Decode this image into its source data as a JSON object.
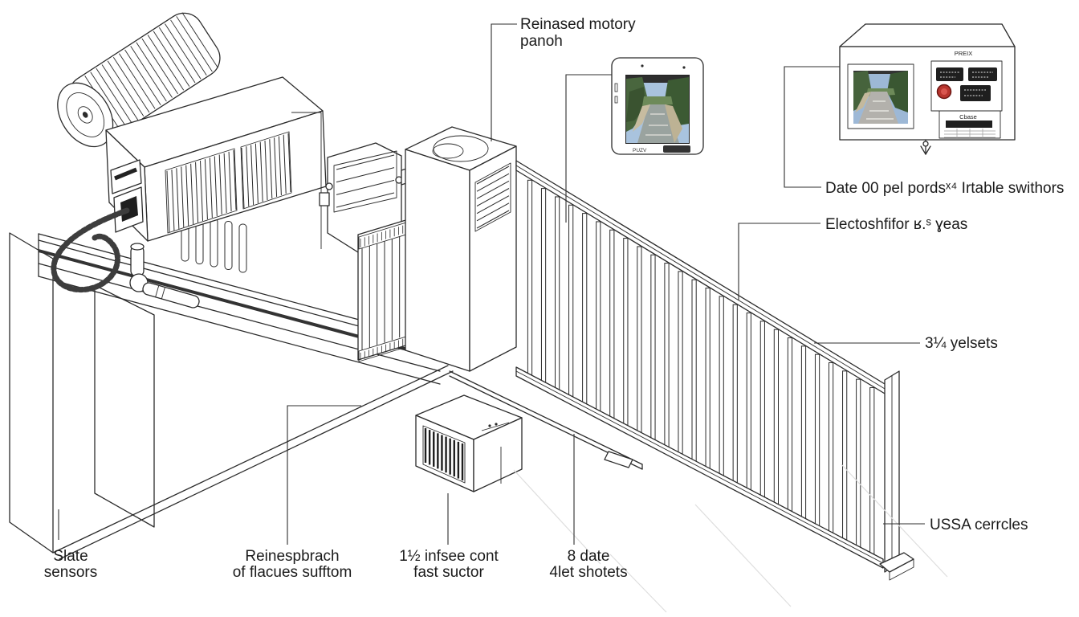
{
  "figure": {
    "kind": "isometric technical line diagram",
    "subject": "automatic sliding gate system with motor drive, corner pillar, barred gate panel, photocell box, video monitor and control panel",
    "background_color": "#ffffff",
    "line_color": "#2b2b2b",
    "accent_red": "#c0392b"
  },
  "labels": {
    "motor_panel_line1": "Reinased motory",
    "motor_panel_line2": "panoh",
    "ports": "Date 00 pel pordsˣ⁴ Irtable swithors",
    "electro": "Electoshfifor ʁ.ˢ ɣeas",
    "yelsets": "3¼ yelsets",
    "circles": "USSA cerrcles",
    "slate_line1": "Slate",
    "slate_line2": "sensors",
    "reines_line1": "Reinespbrach",
    "reines_line2": "of flacues sufftom",
    "infsee_line1": "1½ infsee cont",
    "infsee_line2": "fast suctor",
    "date_line1": "8 date",
    "date_line2": "4let shotets"
  },
  "control_panel": {
    "header_text": "PREIX",
    "sub_text": "Cbase"
  },
  "tablet": {
    "brand_text": "PUZV"
  }
}
